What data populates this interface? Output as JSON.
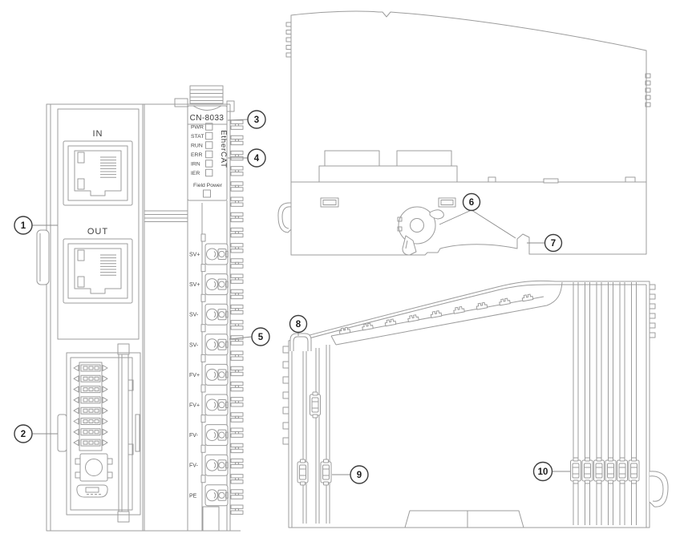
{
  "figure": {
    "front": {
      "port_in": "IN",
      "port_out": "OUT",
      "plate": {
        "model": "CN-8033",
        "leds": [
          "PWR",
          "STAT",
          "RUN",
          "ERR",
          "IRN",
          "IER"
        ],
        "protocol": "EtherCAT",
        "field_power": "Field Power"
      },
      "terminals": [
        "SV+",
        "SV+",
        "SV-",
        "SV-",
        "FV+",
        "FV+",
        "FV-",
        "FV-",
        "PE"
      ]
    },
    "callouts": [
      "1",
      "2",
      "3",
      "4",
      "5",
      "6",
      "7",
      "8",
      "9",
      "10"
    ]
  }
}
